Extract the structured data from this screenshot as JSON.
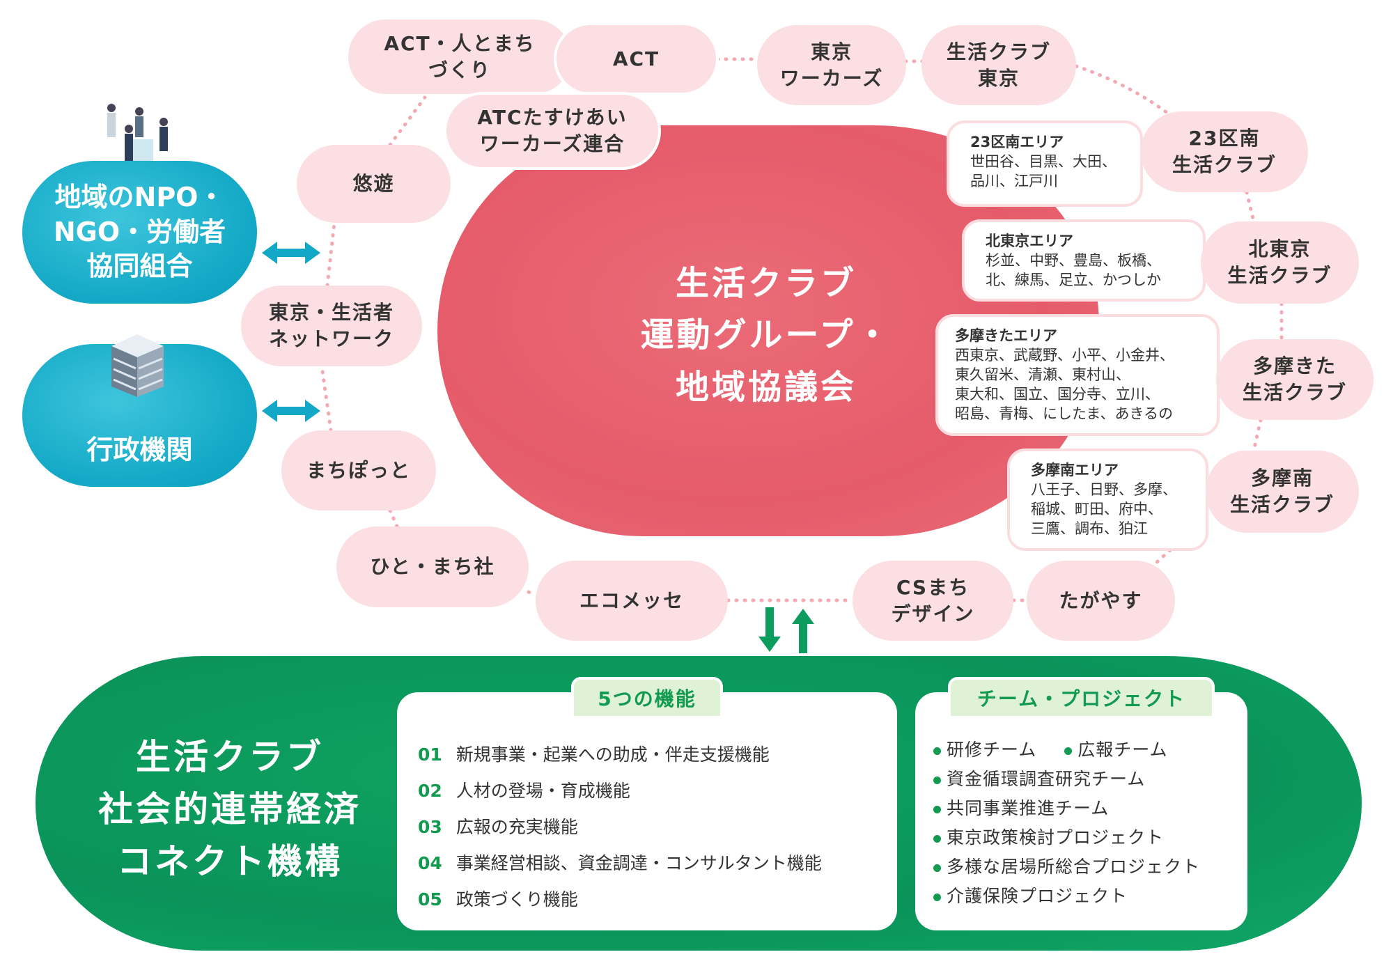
{
  "center": {
    "title": "生活クラブ\n運動グループ・\n地域協議会"
  },
  "left": {
    "npo": "地域のNPO・\nNGO・労働者\n協同組合",
    "gov": "行政機関"
  },
  "groups": {
    "act_hito": "ACT・人とまち\nづくり",
    "act": "ACT",
    "tokyo_workers": "東京\nワーカーズ",
    "seikatsu_tokyo": "生活クラブ\n東京",
    "atc": "ATCたすけあい\nワーカーズ連合",
    "yuyu": "悠遊",
    "network": "東京・生活者\nネットワーク",
    "machipot": "まちぽっと",
    "hito_machi": "ひと・まち社",
    "ecomesse": "エコメッセ",
    "cs": "CSまち\nデザイン",
    "tagayasu": "たがやす"
  },
  "clubs": [
    {
      "name": "23区南\n生活クラブ",
      "area_title": "23区南エリア",
      "area": "世田谷、目黒、大田、\n品川、江戸川"
    },
    {
      "name": "北東京\n生活クラブ",
      "area_title": "北東京エリア",
      "area": "杉並、中野、豊島、板橋、\n北、練馬、足立、かつしか"
    },
    {
      "name": "多摩きた\n生活クラブ",
      "area_title": "多摩きたエリア",
      "area": "西東京、武蔵野、小平、小金井、\n東久留米、清瀬、東村山、\n東大和、国立、国分寺、立川、\n昭島、青梅、にしたま、あきるの"
    },
    {
      "name": "多摩南\n生活クラブ",
      "area_title": "多摩南エリア",
      "area": "八王子、日野、多摩、\n稲城、町田、府中、\n三鷹、調布、狛江"
    }
  ],
  "connect": {
    "title": "生活クラブ\n社会的連帯経済\nコネクト機構",
    "functions_title": "5つの機能",
    "functions": [
      {
        "n": "01",
        "t": "新規事業・起業への助成・伴走支援機能"
      },
      {
        "n": "02",
        "t": "人材の登場・育成機能"
      },
      {
        "n": "03",
        "t": "広報の充実機能"
      },
      {
        "n": "04",
        "t": "事業経営相談、資金調達・コンサルタント機能"
      },
      {
        "n": "05",
        "t": "政策づくり機能"
      }
    ],
    "teams_title": "チーム・プロジェクト",
    "teams": [
      "研修チーム",
      "広報チーム",
      "資金循環調査研究チーム",
      "共同事業推進チーム",
      "東京政策検討プロジェクト",
      "多様な居場所総合プロジェクト",
      "介護保険プロジェクト"
    ]
  },
  "colors": {
    "pink": "#fcdfe2",
    "red": "#e8606e",
    "teal": "#12a8c6",
    "green": "#0c9c5e"
  }
}
